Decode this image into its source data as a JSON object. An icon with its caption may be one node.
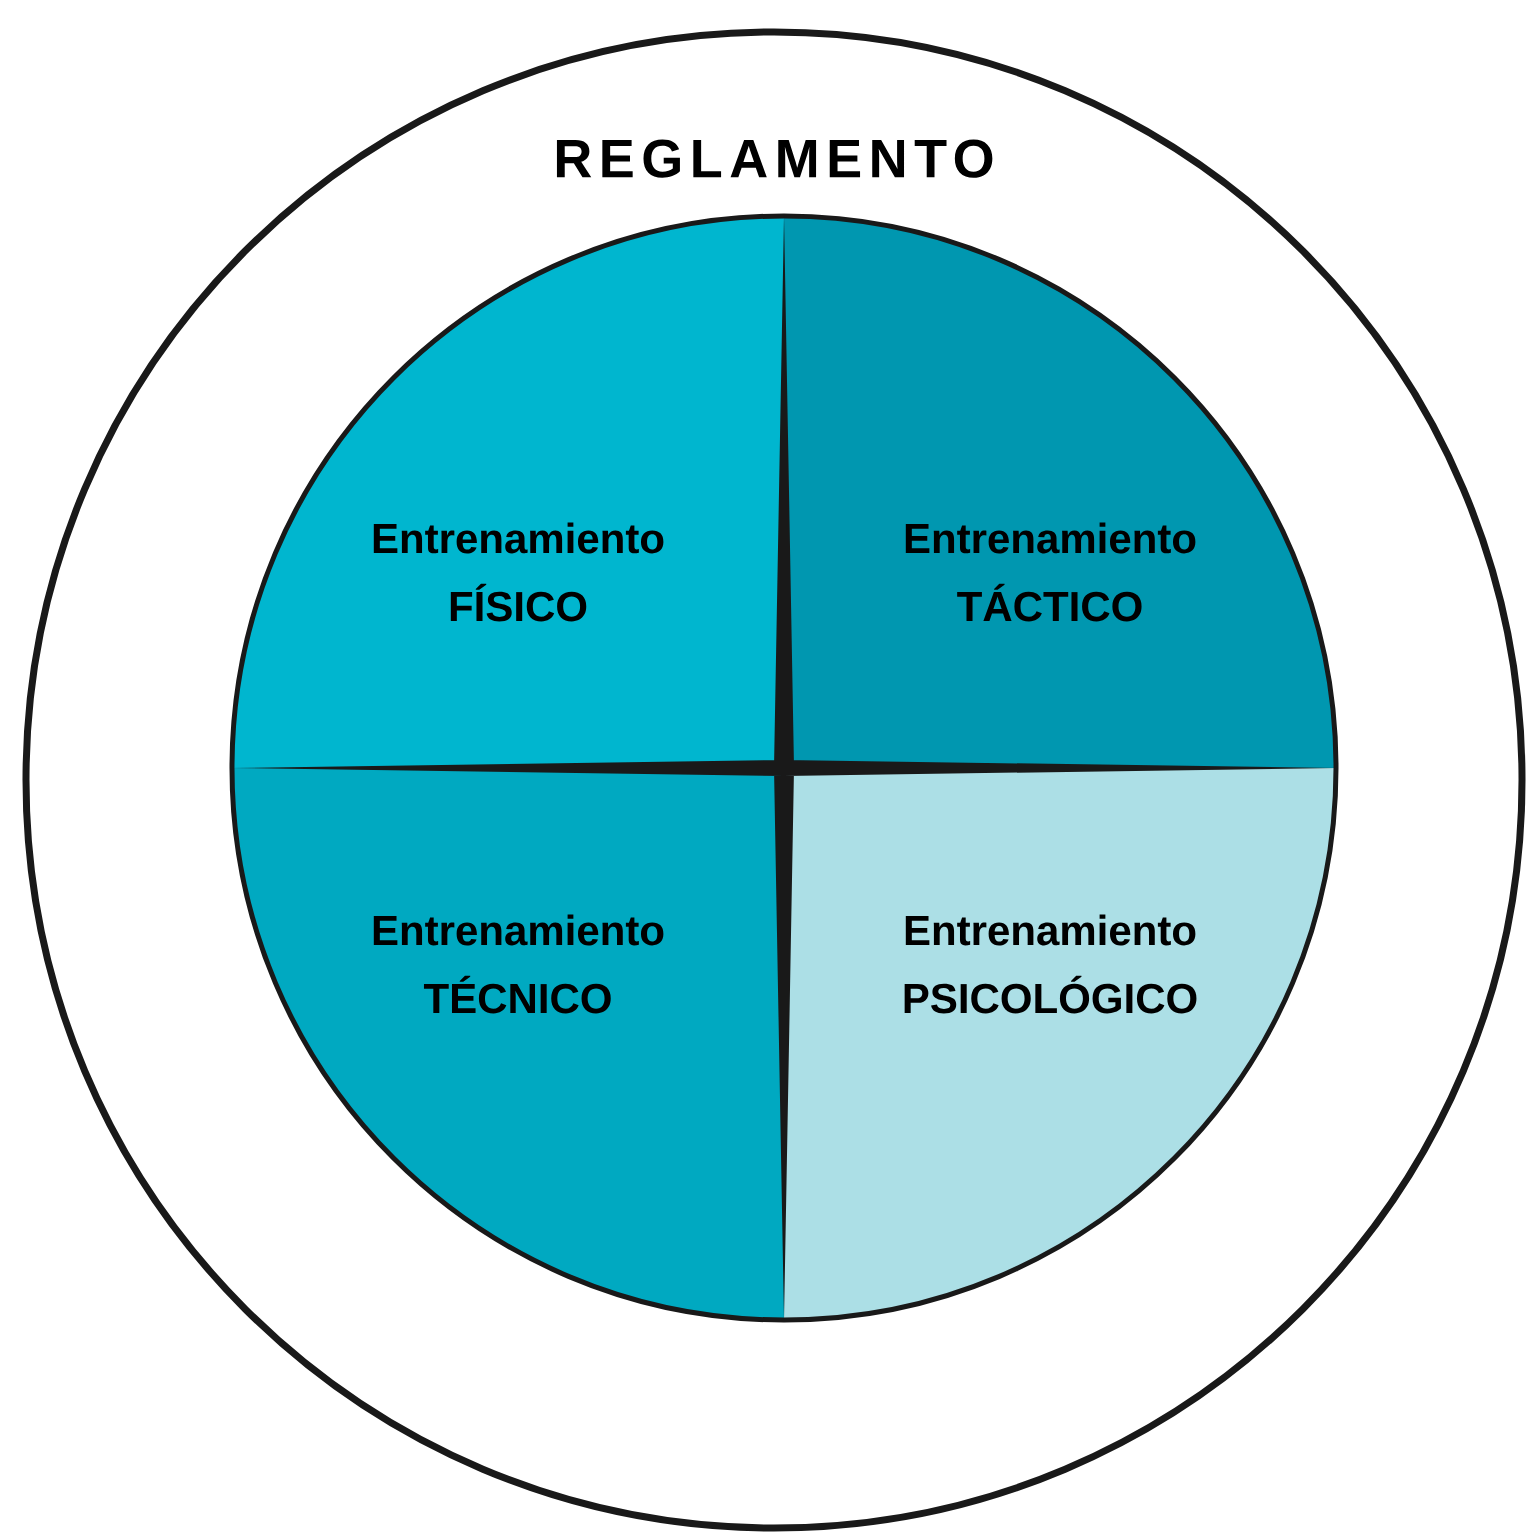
{
  "diagram": {
    "nodes": [
      {
        "text": [
          "REGLAMENTO"
        ]
      },
      {
        "text": [
          "Entrenamiento FÍSICO"
        ],
        "in": 0
      },
      {
        "text": [
          "Entrenamiento TÁCTICO"
        ],
        "in": 0
      },
      {
        "text": [
          "Entrenamiento TÉCNICO"
        ],
        "in": 0
      },
      {
        "text": [
          "Entrenamiento PSICOLÓGICO"
        ],
        "in": 0
      }
    ]
  }
}
